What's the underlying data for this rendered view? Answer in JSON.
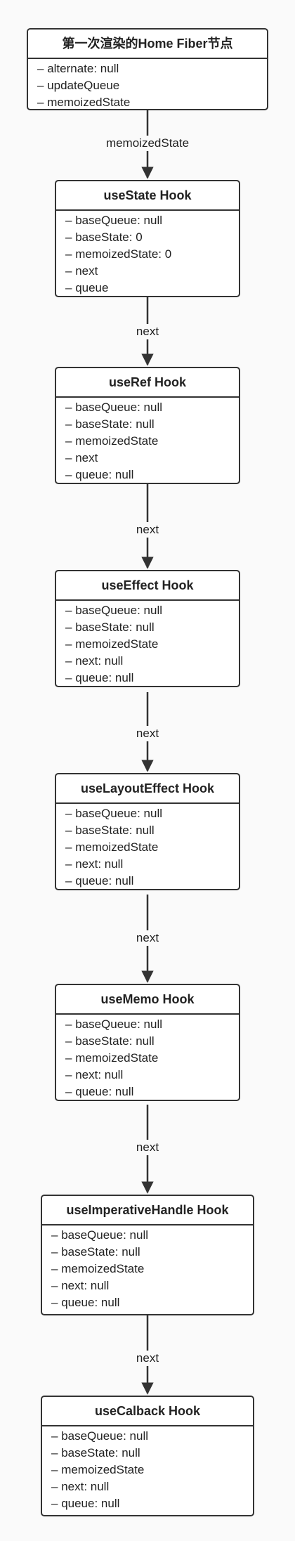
{
  "nodes": [
    {
      "title": "第一次渲染的Home Fiber节点",
      "fields": [
        "alternate: null",
        "updateQueue",
        "memoizedState"
      ]
    },
    {
      "title": "useState Hook",
      "fields": [
        "baseQueue: null",
        "baseState: 0",
        "memoizedState: 0",
        "next",
        "queue"
      ]
    },
    {
      "title": "useRef Hook",
      "fields": [
        "baseQueue: null",
        "baseState: null",
        "memoizedState",
        "next",
        "queue: null"
      ]
    },
    {
      "title": "useEffect Hook",
      "fields": [
        "baseQueue: null",
        "baseState: null",
        "memoizedState",
        "next: null",
        "queue: null"
      ]
    },
    {
      "title": "useLayoutEffect Hook",
      "fields": [
        "baseQueue: null",
        "baseState: null",
        "memoizedState",
        "next: null",
        "queue: null"
      ]
    },
    {
      "title": "useMemo Hook",
      "fields": [
        "baseQueue: null",
        "baseState: null",
        "memoizedState",
        "next: null",
        "queue: null"
      ]
    },
    {
      "title": "useImperativeHandle Hook",
      "fields": [
        "baseQueue: null",
        "baseState: null",
        "memoizedState",
        "next: null",
        "queue: null"
      ]
    },
    {
      "title": "useCalback Hook",
      "fields": [
        "baseQueue: null",
        "baseState: null",
        "memoizedState",
        "next: null",
        "queue: null"
      ]
    }
  ],
  "edges": [
    {
      "from": 0,
      "to": 1,
      "label": "memoizedState"
    },
    {
      "from": 1,
      "to": 2,
      "label": "next"
    },
    {
      "from": 2,
      "to": 3,
      "label": "next"
    },
    {
      "from": 3,
      "to": 4,
      "label": "next"
    },
    {
      "from": 4,
      "to": 5,
      "label": "next"
    },
    {
      "from": 5,
      "to": 6,
      "label": "next"
    },
    {
      "from": 6,
      "to": 7,
      "label": "next"
    }
  ],
  "colors": {
    "border": "#333333",
    "background": "#fafafa",
    "node_fill": "#ffffff",
    "text": "#222222"
  }
}
